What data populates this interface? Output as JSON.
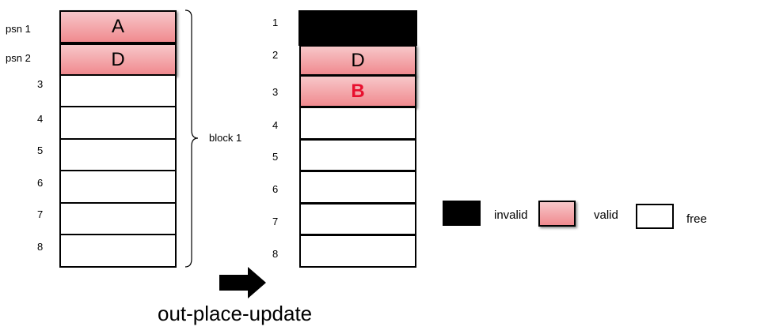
{
  "left_block": {
    "row_labels": [
      "psn 1",
      "psn 2",
      "3",
      "4",
      "5",
      "6",
      "7",
      "8"
    ],
    "cells": [
      {
        "state": "valid",
        "text": "A"
      },
      {
        "state": "valid",
        "text": "D"
      },
      {
        "state": "free",
        "text": ""
      },
      {
        "state": "free",
        "text": ""
      },
      {
        "state": "free",
        "text": ""
      },
      {
        "state": "free",
        "text": ""
      },
      {
        "state": "free",
        "text": ""
      },
      {
        "state": "free",
        "text": ""
      }
    ],
    "brace_label": "block 1"
  },
  "right_block": {
    "row_labels": [
      "1",
      "2",
      "3",
      "4",
      "5",
      "6",
      "7",
      "8"
    ],
    "cells": [
      {
        "state": "invalid",
        "text": ""
      },
      {
        "state": "valid",
        "text": "D"
      },
      {
        "state": "valid",
        "text": "B",
        "highlight": true
      },
      {
        "state": "free",
        "text": ""
      },
      {
        "state": "free",
        "text": ""
      },
      {
        "state": "free",
        "text": ""
      },
      {
        "state": "free",
        "text": ""
      },
      {
        "state": "free",
        "text": ""
      }
    ]
  },
  "legend": {
    "invalid": "invalid",
    "valid": "valid",
    "free": "free"
  },
  "caption": "out-place-update",
  "colors": {
    "valid_top": "#f7c7c9",
    "valid_bottom": "#f08a8f",
    "invalid": "#000000",
    "highlight_text": "#e8102e"
  },
  "icons": [
    "arrow-right-icon",
    "brace-icon"
  ]
}
